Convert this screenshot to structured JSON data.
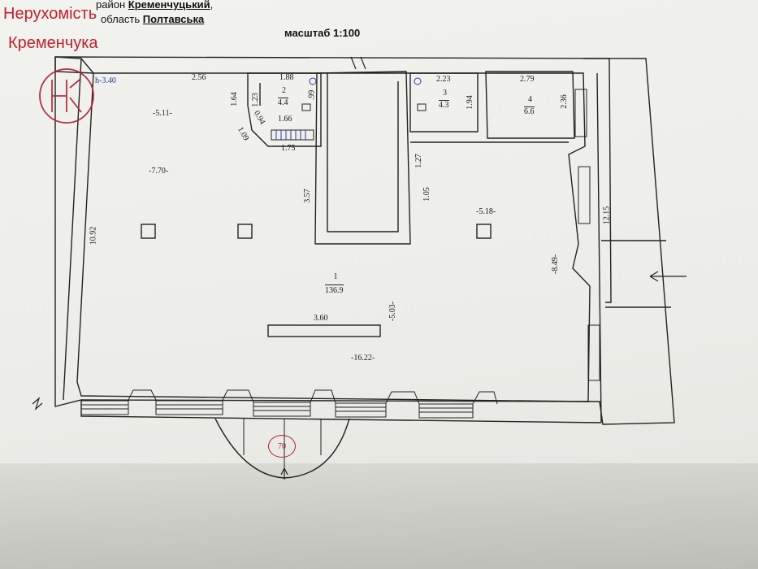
{
  "header": {
    "district_label": "район",
    "district_value": "Кременчуцький",
    "region_label": "область",
    "region_value": "Полтавська",
    "scale": "масштаб 1:100"
  },
  "watermark": {
    "line1": "Нерухомість",
    "line2": "Кременчука",
    "logo_letters": "НК",
    "logo_color": "#c0202e"
  },
  "plan": {
    "height_mark": "h-3.40",
    "rooms": [
      {
        "number": "1",
        "area": "136.9"
      },
      {
        "number": "2",
        "area": "4.4"
      },
      {
        "number": "3",
        "area": "4.3"
      },
      {
        "number": "4",
        "area": "6.6"
      }
    ],
    "dimensions": {
      "d256": "2.56",
      "d511": "-5.11-",
      "d770": "-7.70-",
      "d1092": "10.92",
      "d164": "1.64",
      "d123": "1.23",
      "d188": "1.88",
      "d099": ".99",
      "d166": "1.66",
      "d094": "0.94",
      "d109": "1.09",
      "d175": "1.75",
      "d357": "3.57",
      "d223": "2.23",
      "d194": "1.94",
      "d279": "2.79",
      "d236": "2.36",
      "d127": "1.27",
      "d105": "1.05",
      "d518": "-5.18-",
      "d1215": "12.15",
      "d849": "-8.49-",
      "d503": "-5.03-",
      "d360": "3.60",
      "d1622": "-16.22-"
    },
    "stamp_number": "70"
  }
}
